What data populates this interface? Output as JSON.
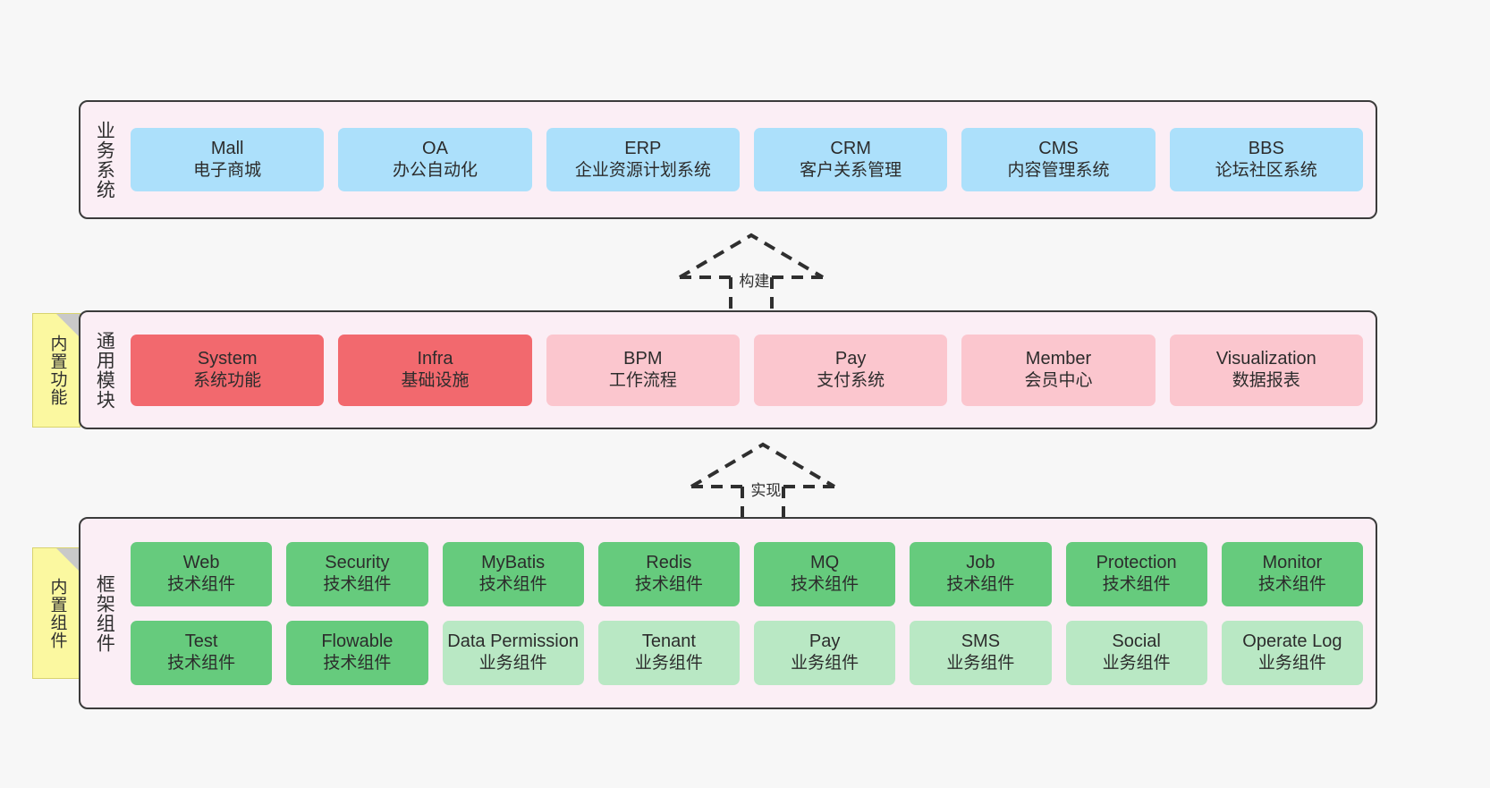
{
  "diagram": {
    "background_color": "#f7f7f7",
    "layer_background": "#fbeef5",
    "layer_border_color": "#3b3b3b",
    "sticky_color": "#fbf8a0"
  },
  "layers": [
    {
      "id": "business",
      "title": "业务系统",
      "sticky": null,
      "rows": [
        {
          "cards": [
            {
              "en": "Mall",
              "cn": "电子商城",
              "color": "#ace0fb",
              "style": "c-blue"
            },
            {
              "en": "OA",
              "cn": "办公自动化",
              "color": "#ace0fb",
              "style": "c-blue"
            },
            {
              "en": "ERP",
              "cn": "企业资源计划系统",
              "color": "#ace0fb",
              "style": "c-blue"
            },
            {
              "en": "CRM",
              "cn": "客户关系管理",
              "color": "#ace0fb",
              "style": "c-blue"
            },
            {
              "en": "CMS",
              "cn": "内容管理系统",
              "color": "#ace0fb",
              "style": "c-blue"
            },
            {
              "en": "BBS",
              "cn": "论坛社区系统",
              "color": "#ace0fb",
              "style": "c-blue"
            }
          ]
        }
      ]
    },
    {
      "id": "common",
      "title": "通用模块",
      "sticky": "内置功能",
      "rows": [
        {
          "cards": [
            {
              "en": "System",
              "cn": "系统功能",
              "color": "#f2696e",
              "style": "c-red"
            },
            {
              "en": "Infra",
              "cn": "基础设施",
              "color": "#f2696e",
              "style": "c-red"
            },
            {
              "en": "BPM",
              "cn": "工作流程",
              "color": "#fbc6ce",
              "style": "c-pink"
            },
            {
              "en": "Pay",
              "cn": "支付系统",
              "color": "#fbc6ce",
              "style": "c-pink"
            },
            {
              "en": "Member",
              "cn": "会员中心",
              "color": "#fbc6ce",
              "style": "c-pink"
            },
            {
              "en": "Visualization",
              "cn": "数据报表",
              "color": "#fbc6ce",
              "style": "c-pink"
            }
          ]
        }
      ]
    },
    {
      "id": "frame",
      "title": "框架组件",
      "sticky": "内置组件",
      "rows": [
        {
          "cards": [
            {
              "en": "Web",
              "cn": "技术组件",
              "color": "#66cb7d",
              "style": "c-green"
            },
            {
              "en": "Security",
              "cn": "技术组件",
              "color": "#66cb7d",
              "style": "c-green"
            },
            {
              "en": "MyBatis",
              "cn": "技术组件",
              "color": "#66cb7d",
              "style": "c-green"
            },
            {
              "en": "Redis",
              "cn": "技术组件",
              "color": "#66cb7d",
              "style": "c-green"
            },
            {
              "en": "MQ",
              "cn": "技术组件",
              "color": "#66cb7d",
              "style": "c-green"
            },
            {
              "en": "Job",
              "cn": "技术组件",
              "color": "#66cb7d",
              "style": "c-green"
            },
            {
              "en": "Protection",
              "cn": "技术组件",
              "color": "#66cb7d",
              "style": "c-green"
            },
            {
              "en": "Monitor",
              "cn": "技术组件",
              "color": "#66cb7d",
              "style": "c-green"
            }
          ]
        },
        {
          "cards": [
            {
              "en": "Test",
              "cn": "技术组件",
              "color": "#66cb7d",
              "style": "c-green"
            },
            {
              "en": "Flowable",
              "cn": "技术组件",
              "color": "#66cb7d",
              "style": "c-green"
            },
            {
              "en": "Data Permission",
              "cn": "业务组件",
              "color": "#b9e8c4",
              "style": "c-greenlight"
            },
            {
              "en": "Tenant",
              "cn": "业务组件",
              "color": "#b9e8c4",
              "style": "c-greenlight"
            },
            {
              "en": "Pay",
              "cn": "业务组件",
              "color": "#b9e8c4",
              "style": "c-greenlight"
            },
            {
              "en": "SMS",
              "cn": "业务组件",
              "color": "#b9e8c4",
              "style": "c-greenlight"
            },
            {
              "en": "Social",
              "cn": "业务组件",
              "color": "#b9e8c4",
              "style": "c-greenlight"
            },
            {
              "en": "Operate Log",
              "cn": "业务组件",
              "color": "#b9e8c4",
              "style": "c-greenlight"
            }
          ]
        }
      ]
    }
  ],
  "connectors": [
    {
      "id": "build",
      "label": "构建",
      "from": "common",
      "to": "business",
      "style": "dashed-hollow-arrow-up"
    },
    {
      "id": "implement",
      "label": "实现",
      "from": "frame",
      "to": "common",
      "style": "dashed-hollow-arrow-up"
    }
  ]
}
